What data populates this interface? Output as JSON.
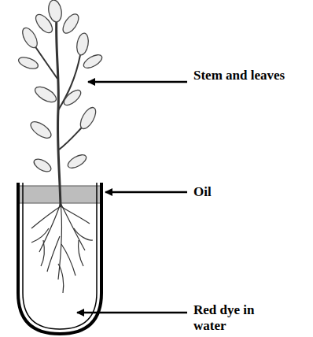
{
  "diagram": {
    "labels": [
      "Stem and leaves",
      "Oil",
      "Red dye in water"
    ]
  }
}
